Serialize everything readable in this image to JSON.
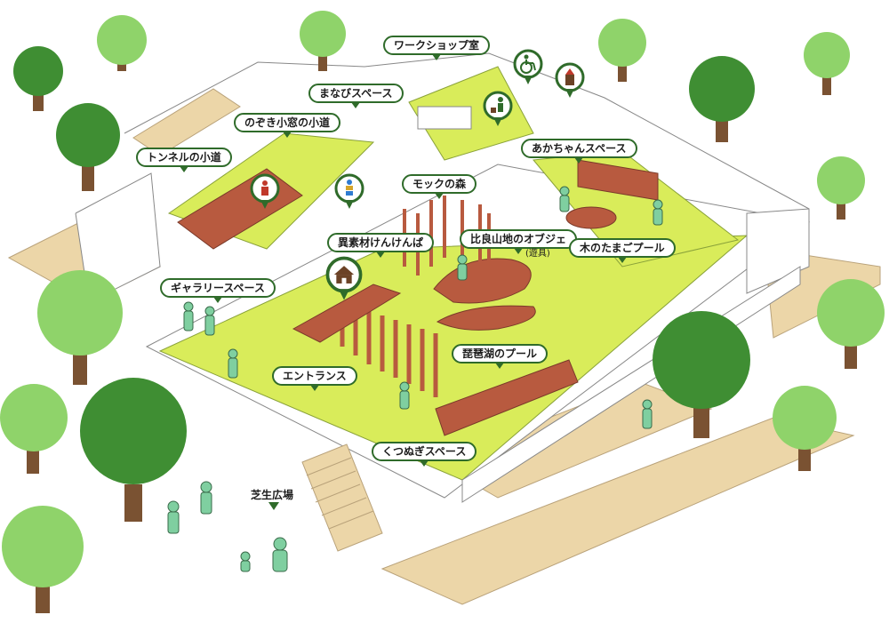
{
  "labels": {
    "workshop": "ワークショップ室",
    "manabi": "まなびスペース",
    "nozoki": "のぞき小窓の小道",
    "tunnel": "トンネルの小道",
    "mokku": "モックの森",
    "akachan": "あかちゃんスペース",
    "isozai": "異素材けんけんぱ",
    "hirasan": "比良山地のオブジェ",
    "hirasan_sub": "(遊具)",
    "kinotamago": "木のたまごプール",
    "gallery": "ギャラリースペース",
    "entrance": "エントランス",
    "biwako": "琵琶湖のプール",
    "kutsunugi": "くつぬぎスペース",
    "shibafu": "芝生広場"
  },
  "icons": {
    "restroom": "restroom-icon",
    "toy_blocks": "toy-blocks-icon",
    "house": "house-icon",
    "nursing": "baby-care-icon",
    "wheelchair": "wheelchair-icon",
    "tower": "tower-icon"
  },
  "colors": {
    "floor": "#d9ec5a",
    "wall": "#ffffff",
    "wood": "#b85a3f",
    "path": "#ecd6a8",
    "tree_light": "#8fd36a",
    "tree_dark": "#3f8e33",
    "trunk": "#7a5232",
    "pin": "#2f6b2a"
  }
}
